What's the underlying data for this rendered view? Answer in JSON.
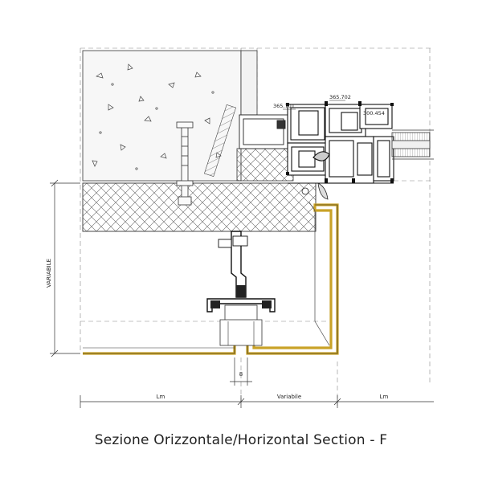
{
  "drawing": {
    "part_codes": [
      "365.701",
      "365.702",
      "300.454"
    ],
    "dim_vertical": "VARIABILE",
    "dim_joint": "8",
    "dim_bottom": [
      "Lm",
      "Variabile",
      "Lm"
    ]
  },
  "caption": "Sezione Orizzontale/Horizontal Section - F",
  "colors": {
    "line": "#333333",
    "concrete_fill": "#f7f7f7",
    "insulation_fill": "#ececec",
    "gold_trim": "#c9a227",
    "dark_profile": "#222222"
  }
}
